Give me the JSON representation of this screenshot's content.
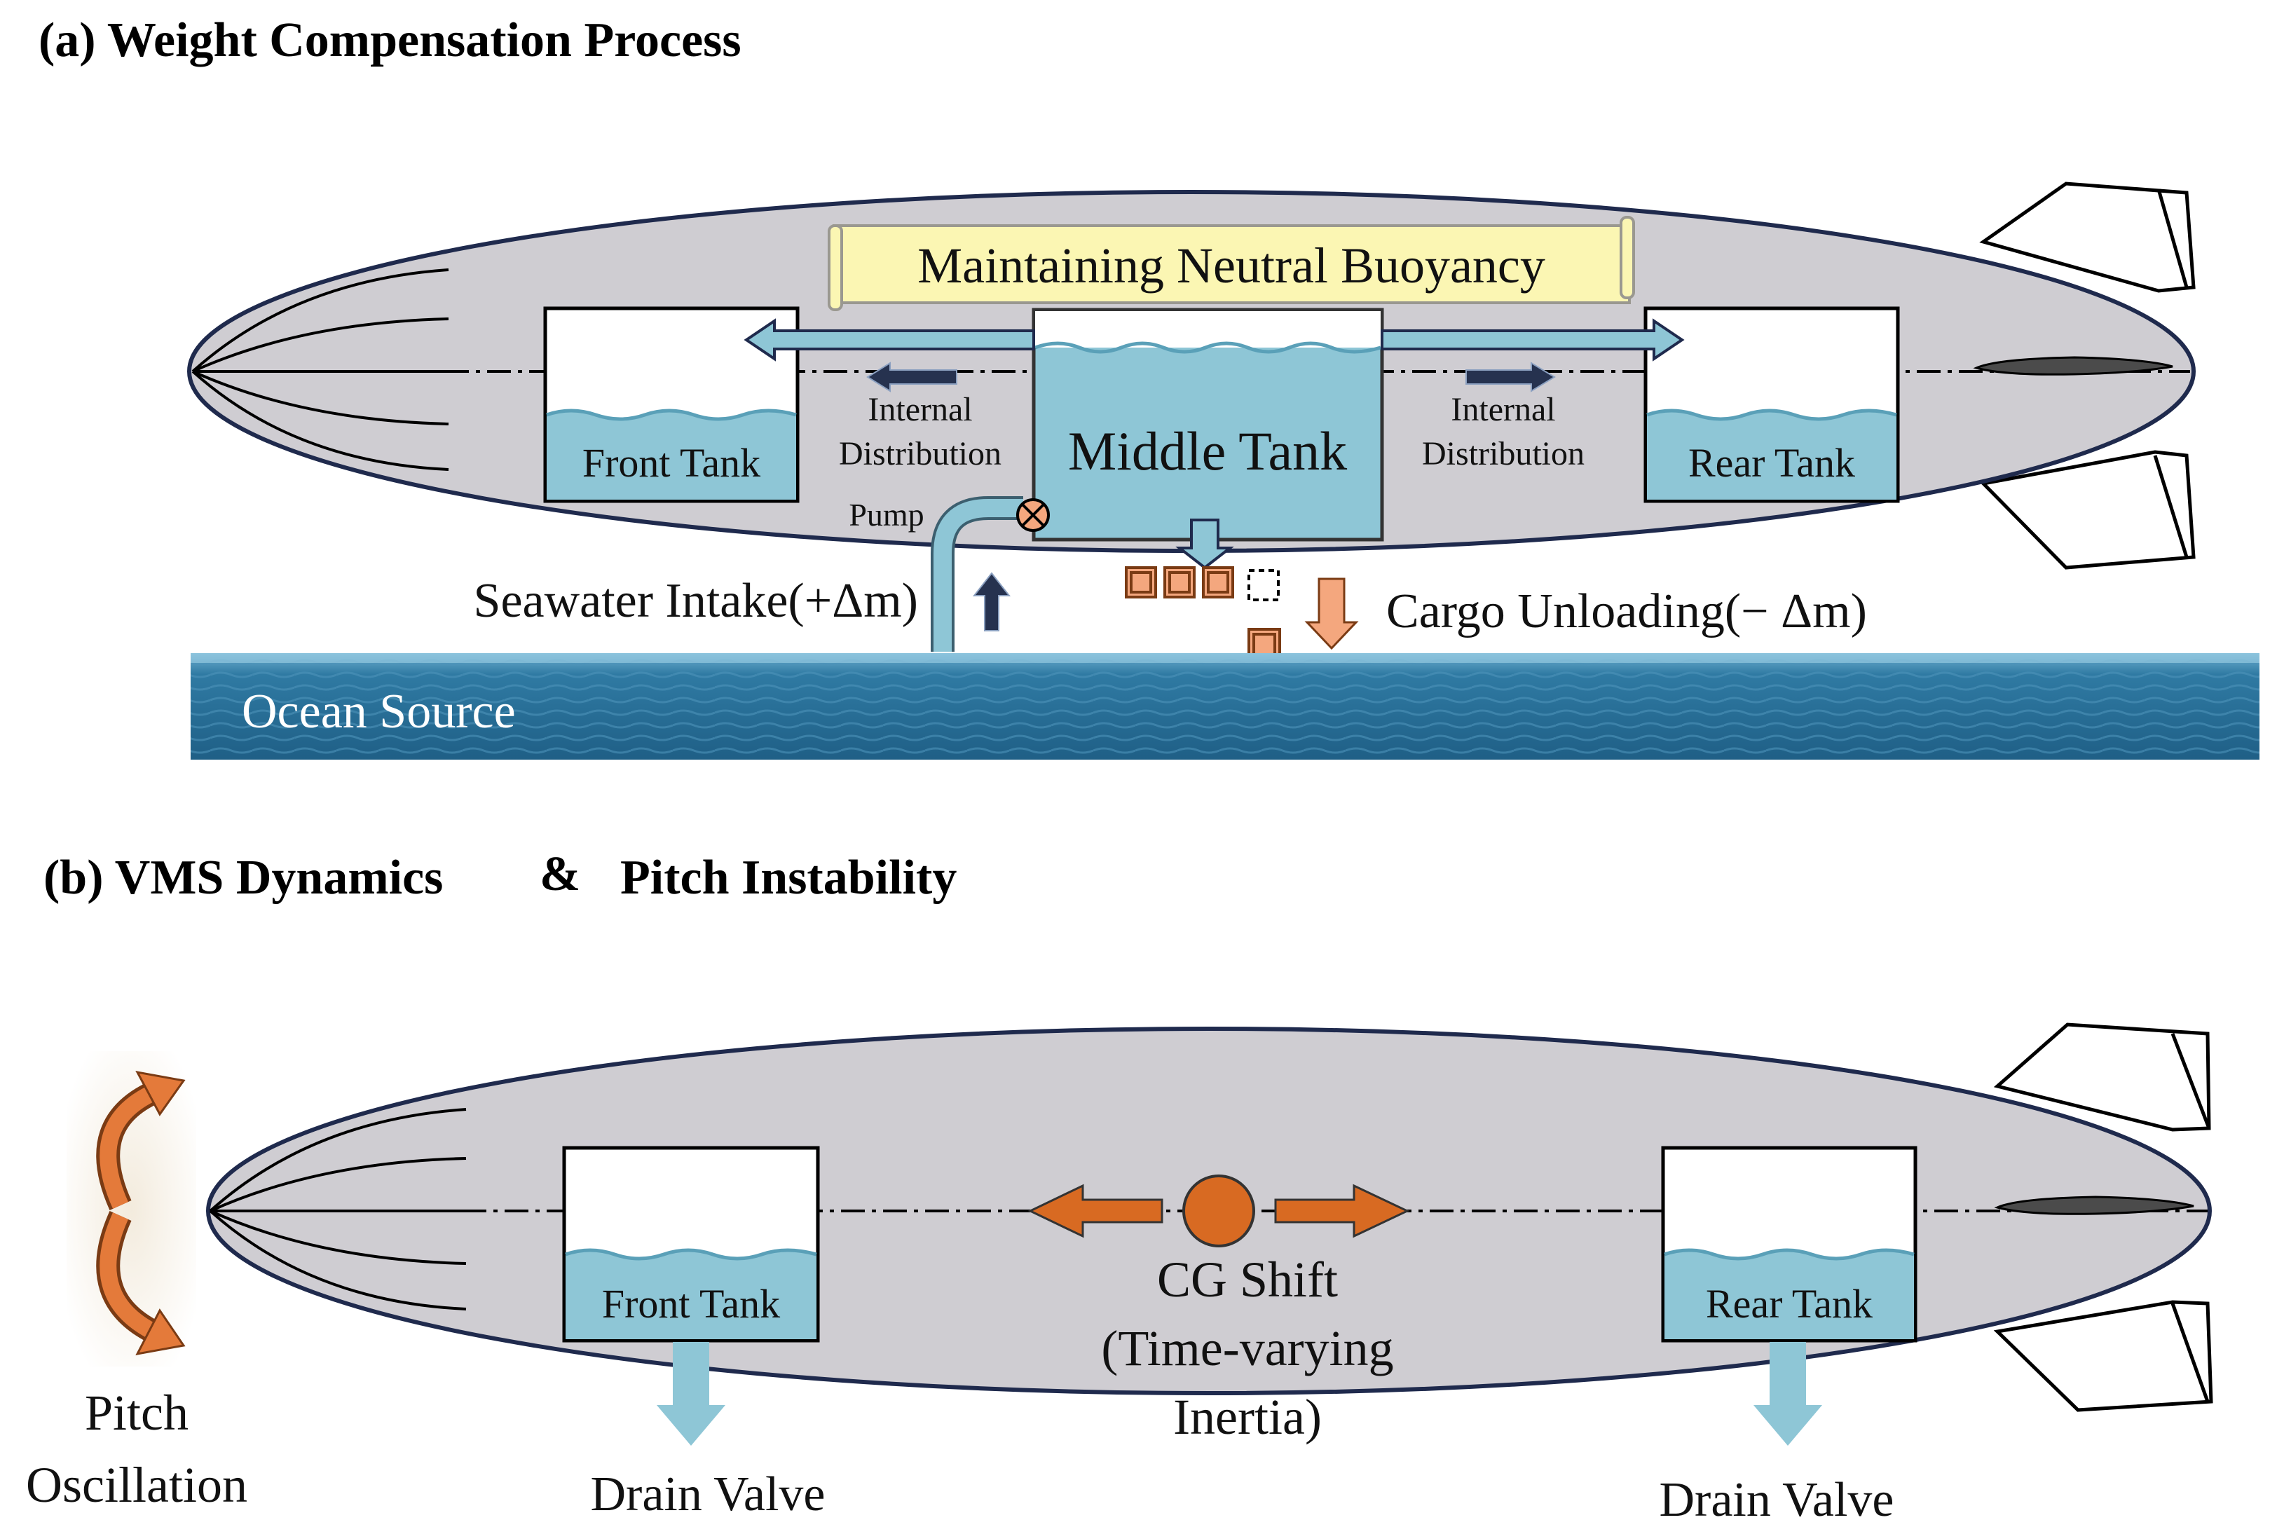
{
  "panel_a": {
    "title": "(a) Weight Compensation Process",
    "banner": "Maintaining Neutral Buoyancy",
    "front_tank": "Front Tank",
    "middle_tank": "Middle Tank",
    "rear_tank": "Rear Tank",
    "internal_left_1": "Internal",
    "internal_left_2": "Distribution",
    "internal_right_1": "Internal",
    "internal_right_2": "Distribution",
    "pump": "Pump",
    "seawater": "Seawater Intake(+Δm)",
    "cargo": "Cargo Unloading(− Δm)",
    "ocean": "Ocean Source"
  },
  "panel_b": {
    "title_1": "(b) VMS Dynamics",
    "title_amp": "&",
    "title_2": "Pitch Instability",
    "front_tank": "Front Tank",
    "rear_tank": "Rear Tank",
    "cg_1": "CG Shift",
    "cg_2": "(Time-varying",
    "cg_3": "Inertia)",
    "pitch_1": "Pitch",
    "pitch_2": "Oscillation",
    "drain_left": "Drain Valve",
    "drain_right": "Drain Valve"
  },
  "colors": {
    "hull": "#cfcdd2",
    "hull_stroke": "#1f2a4d",
    "water": "#8ec6d6",
    "water_dark": "#5aa0b8",
    "arrow_light": "#8ec6d6",
    "arrow_navy": "#26324f",
    "banner": "#fbf6b3",
    "cargo": "#f4a77e",
    "cargo_stroke": "#7a3b14",
    "cg": "#d86a22",
    "ocean": "#2f7aa3"
  },
  "icons": [
    "pump-valve-icon",
    "pitch-arrow-icon",
    "fin-icon",
    "hydrofoil-icon",
    "cargo-box-icon"
  ]
}
